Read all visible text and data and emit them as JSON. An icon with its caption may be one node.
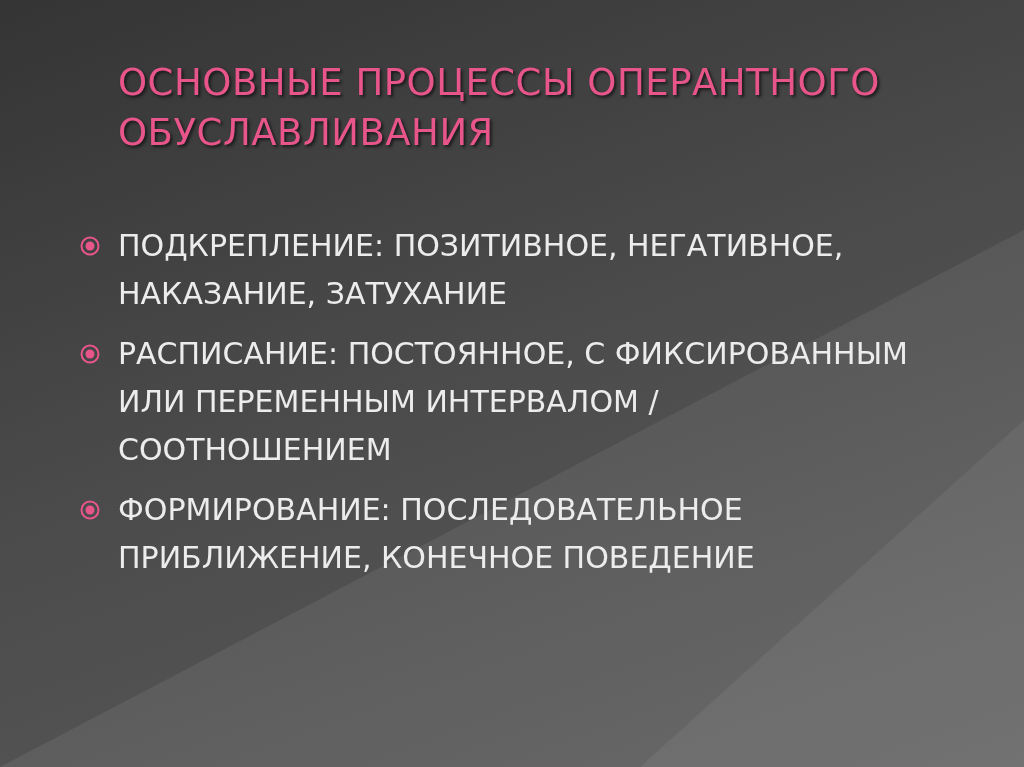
{
  "diagram": {
    "title": "ОСНОВНЫЕ ПРОЦЕССЫ ОПЕРАНТНОГО ОБУСЛАВЛИВАНИЯ",
    "labels": [
      "ПОДКРЕПЛЕНИЕ: ПОЗИТИВНОЕ, НЕГАТИВНОЕ, НАКАЗАНИЕ, ЗАТУХАНИЕ",
      "РАСПИСАНИЕ: ПОСТОЯННОЕ, С ФИКСИРОВАННЫМ ИЛИ ПЕРЕМЕННЫМ ИНТЕРВАЛОМ / СООТНОШЕНИЕМ",
      "ФОРМИРОВАНИЕ: ПОСЛЕДОВАТЕЛЬНОЕ ПРИБЛИЖЕНИЕ, КОНЕЧНОЕ ПОВЕДЕНИЕ"
    ]
  }
}
